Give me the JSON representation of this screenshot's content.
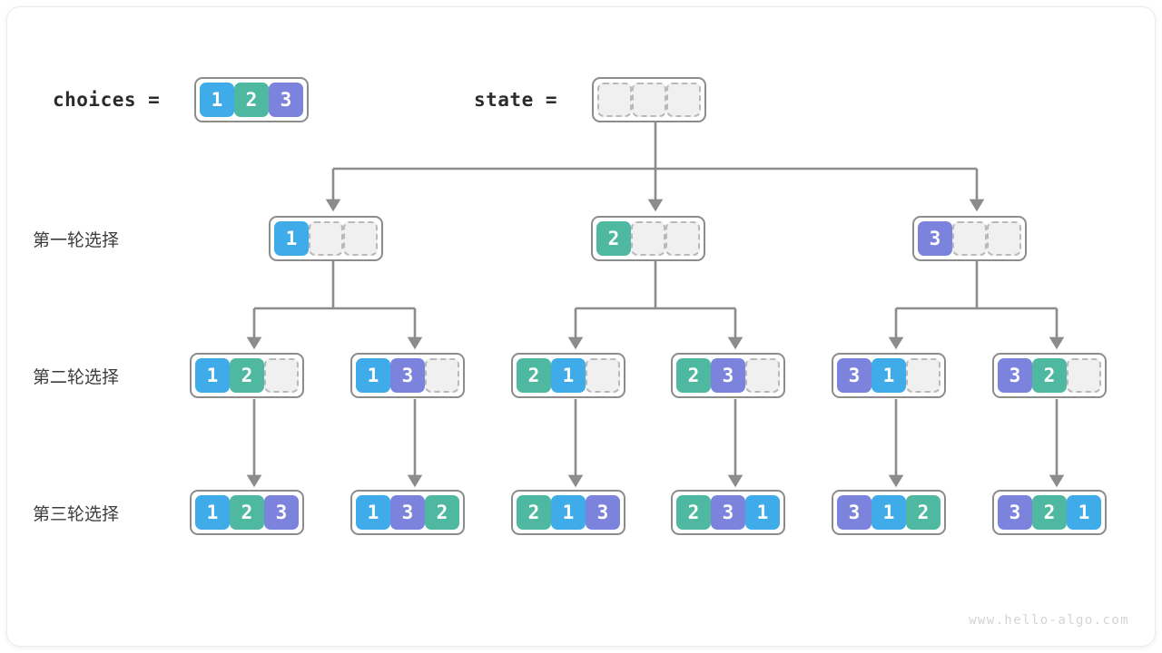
{
  "meta": {
    "watermark": "www.hello-algo.com"
  },
  "header": {
    "choices_label": "choices  =",
    "state_label": "state  =",
    "choices": [
      1,
      2,
      3
    ],
    "state": [
      null,
      null,
      null
    ]
  },
  "rows": [
    {
      "label": "第一轮选择",
      "nodes": [
        {
          "cells": [
            1,
            null,
            null
          ]
        },
        {
          "cells": [
            2,
            null,
            null
          ]
        },
        {
          "cells": [
            3,
            null,
            null
          ]
        }
      ]
    },
    {
      "label": "第二轮选择",
      "nodes": [
        {
          "cells": [
            1,
            2,
            null
          ]
        },
        {
          "cells": [
            1,
            3,
            null
          ]
        },
        {
          "cells": [
            2,
            1,
            null
          ]
        },
        {
          "cells": [
            2,
            3,
            null
          ]
        },
        {
          "cells": [
            3,
            1,
            null
          ]
        },
        {
          "cells": [
            3,
            2,
            null
          ]
        }
      ]
    },
    {
      "label": "第三轮选择",
      "nodes": [
        {
          "cells": [
            1,
            2,
            3
          ]
        },
        {
          "cells": [
            1,
            3,
            2
          ]
        },
        {
          "cells": [
            2,
            1,
            3
          ]
        },
        {
          "cells": [
            2,
            3,
            1
          ]
        },
        {
          "cells": [
            3,
            1,
            2
          ]
        },
        {
          "cells": [
            3,
            2,
            1
          ]
        }
      ]
    }
  ],
  "colors": {
    "value_1": "#3fabe8",
    "value_2": "#4fb8a0",
    "value_3": "#7b83dd",
    "empty_fill": "#f0f0f0",
    "empty_border": "#b9b9b9",
    "array_border": "#8c8c8c",
    "wire": "#8c8c8c",
    "text": "#3c3c3c",
    "watermark": "#d4d4d4"
  }
}
